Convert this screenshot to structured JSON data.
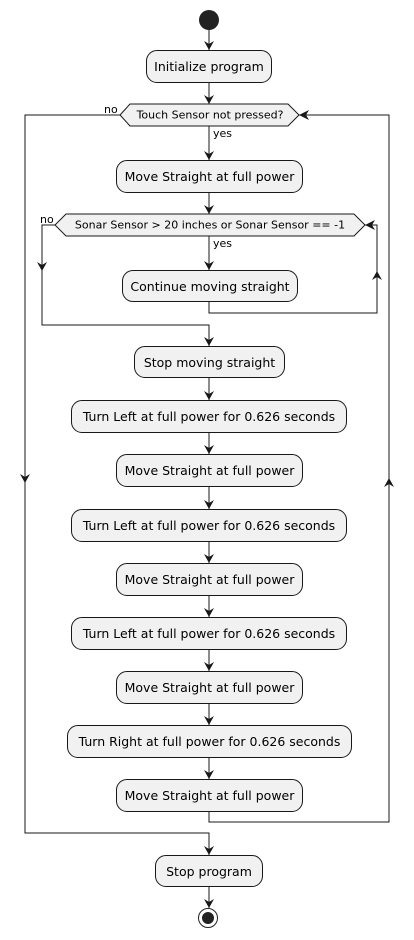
{
  "diagram": {
    "steps": {
      "init": "Initialize program",
      "move1": "Move Straight at full power",
      "continue": "Continue moving straight",
      "stop_straight": "Stop moving straight",
      "left1": "Turn Left at full power for 0.626 seconds",
      "move2": "Move Straight at full power",
      "left2": "Turn Left at full power for 0.626 seconds",
      "move3": "Move Straight at full power",
      "left3": "Turn Left at full power for 0.626 seconds",
      "move4": "Move Straight at full power",
      "right1": "Turn Right at full power for 0.626 seconds",
      "move5": "Move Straight at full power",
      "stop_program": "Stop program"
    },
    "decisions": {
      "touch": {
        "label": "Touch Sensor not pressed?",
        "yes": "yes",
        "no": "no"
      },
      "sonar": {
        "label": "Sonar Sensor > 20 inches or Sonar Sensor == -1",
        "yes": "yes",
        "no": "no"
      }
    }
  }
}
